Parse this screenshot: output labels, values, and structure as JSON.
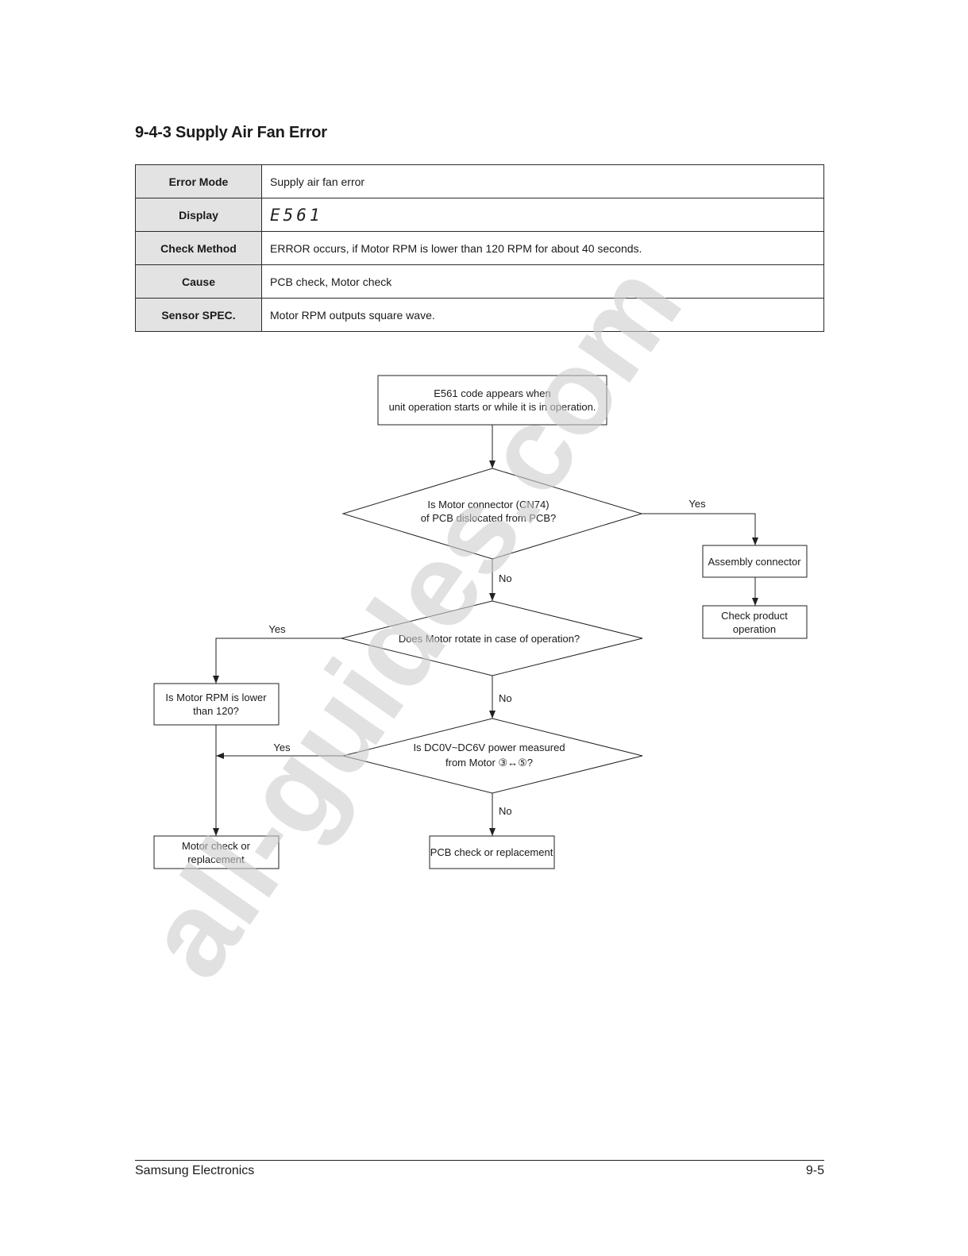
{
  "title": "9-4-3 Supply Air Fan Error",
  "table": {
    "rows": [
      {
        "label": "Error Mode",
        "value": "Supply air fan error"
      },
      {
        "label": "Display",
        "value": "E561"
      },
      {
        "label": "Check Method",
        "value": "ERROR occurs, if Motor RPM is lower than 120 RPM for about 40 seconds."
      },
      {
        "label": "Cause",
        "value": "PCB check, Motor check"
      },
      {
        "label": "Sensor SPEC.",
        "value": "Motor RPM outputs square wave."
      }
    ]
  },
  "flowchart": {
    "start": [
      "E561 code appears when",
      "unit operation starts or while it is in operation."
    ],
    "q1": [
      "Is Motor connector (CN74)",
      "of PCB dislocated from PCB?"
    ],
    "q1_yes": "Yes",
    "q1_no": "No",
    "assembly": "Assembly connector",
    "check_product": [
      "Check product",
      "operation"
    ],
    "q2": "Does Motor rotate in case of operation?",
    "q2_yes": "Yes",
    "q2_no": "No",
    "rpm": [
      "Is Motor RPM is lower",
      "than 120?"
    ],
    "q3": [
      "Is DC0V~DC6V power measured",
      "from Motor ③↔⑤?"
    ],
    "q3_yes": "Yes",
    "q3_no": "No",
    "motor_check": [
      "Motor check or",
      "replacement"
    ],
    "pcb_check": "PCB check or replacement"
  },
  "watermark": "all-guides.com",
  "footer": {
    "company": "Samsung Electronics",
    "page": "9-5"
  }
}
